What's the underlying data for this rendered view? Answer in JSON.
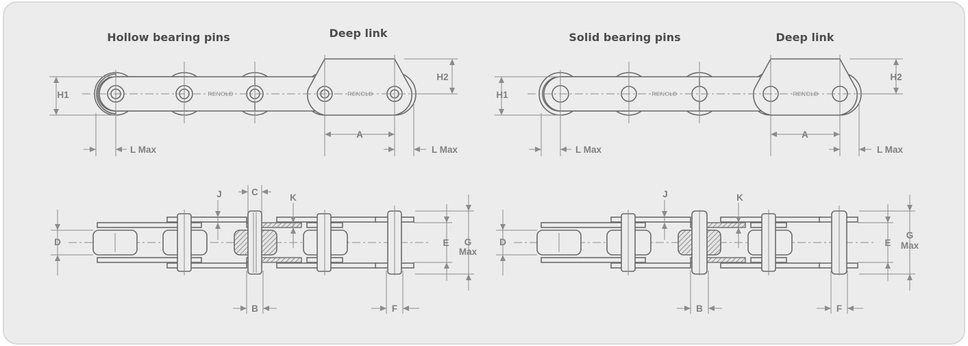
{
  "colors": {
    "panel": "#ececec",
    "frame": "#d9d9d9",
    "outline": "#6a6a6a",
    "dimension": "#808080",
    "title": "#4d4d4d"
  },
  "left": {
    "title_pins": "Hollow bearing pins",
    "title_link": "Deep link",
    "brand_1": "RENOLD",
    "brand_2": "RENOLD",
    "h1": "H1",
    "h2": "H2",
    "a": "A",
    "lmax_1": "L Max",
    "lmax_2": "L Max",
    "c": "C",
    "j": "J",
    "k": "K",
    "d": "D",
    "e": "E",
    "g": "G",
    "gmax": "Max",
    "b": "B",
    "f": "F"
  },
  "right": {
    "title_pins": "Solid bearing pins",
    "title_link": "Deep link",
    "brand_1": "RENOLD",
    "brand_2": "RENOLD",
    "h1": "H1",
    "h2": "H2",
    "a": "A",
    "lmax_1": "L Max",
    "lmax_2": "L Max",
    "j": "J",
    "k": "K",
    "d": "D",
    "e": "E",
    "g": "G",
    "gmax": "Max",
    "b": "B",
    "f": "F"
  }
}
